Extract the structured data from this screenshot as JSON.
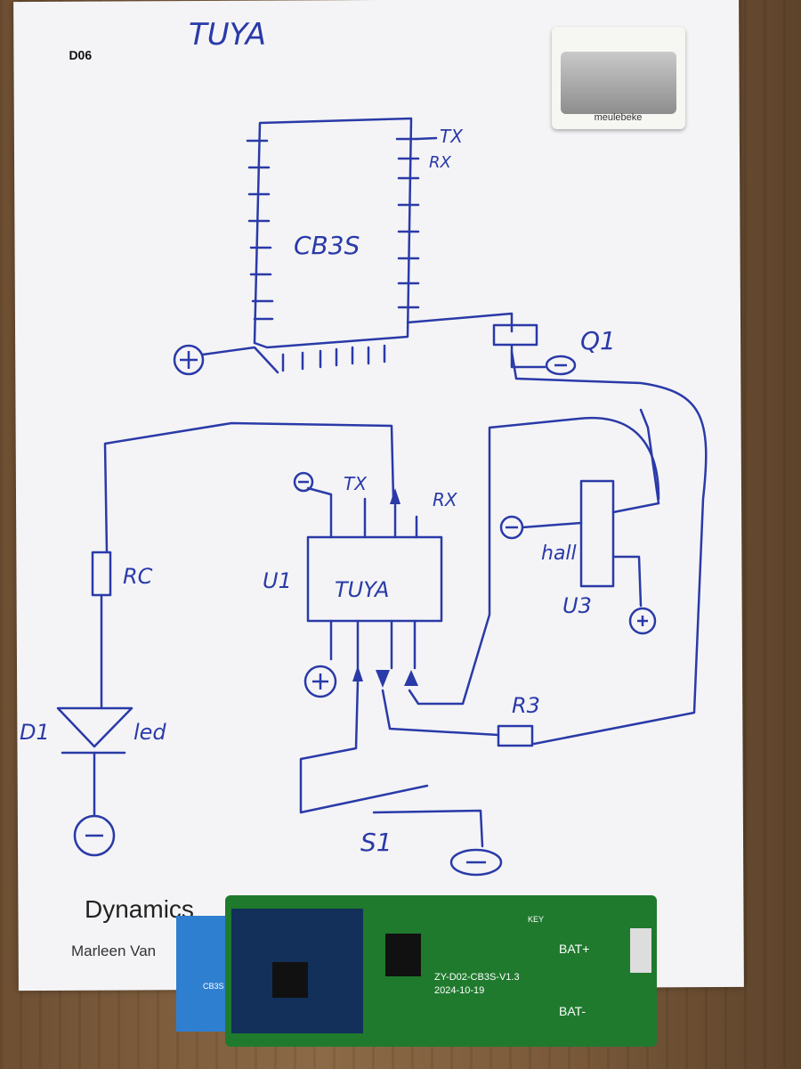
{
  "sheet": {
    "page_code": "D06",
    "title_handwritten": "TUYA",
    "clip_brand": "meulebeke",
    "footer_title_partial": "Dynamics",
    "footer_author_partial": "Marleen Van"
  },
  "schematic": {
    "module_label": "CB3S",
    "tx_label_top": "TX",
    "rx_label_top": "RX",
    "q1_label": "Q1",
    "u1_label": "U1",
    "u1_body": "TUYA",
    "u1_tx": "TX",
    "u1_rx": "RX",
    "rc_label": "RC",
    "d1_label": "D1",
    "led_label": "led",
    "hall_label": "hall",
    "u3_label": "U3",
    "r3_label": "R3",
    "s1_label": "S1"
  },
  "pcb": {
    "board_text": "ZY-D02-CB3S-V1.3",
    "date_text": "2024-10-19",
    "bat_plus": "BAT+",
    "bat_minus": "BAT-",
    "module_text": "CB3S",
    "key_text": "KEY"
  }
}
